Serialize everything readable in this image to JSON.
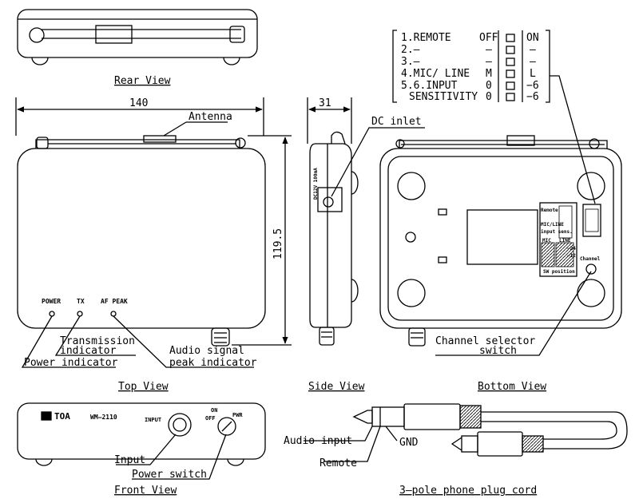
{
  "views": {
    "rear": "Rear View",
    "top": "Top View",
    "side": "Side View",
    "bottom": "Bottom View",
    "front": "Front View",
    "cord": "3–pole phone plug cord"
  },
  "dimensions": {
    "width": "140",
    "height": "119.5",
    "depth": "31"
  },
  "callouts": {
    "antenna": "Antenna",
    "dc_inlet": "DC inlet",
    "transmission_1": "Transmission",
    "transmission_2": "indicator",
    "power_indicator": "Power indicator",
    "audio_peak_1": "Audio signal",
    "audio_peak_2": "peak indicator",
    "channel_1": "Channel selector",
    "channel_2": "switch",
    "input": "Input",
    "power_switch": "Power switch",
    "audio_input": "Audio input",
    "gnd": "GND",
    "remote": "Remote"
  },
  "panel_labels": {
    "power": "POWER",
    "tx": "TX",
    "af_peak": "AF PEAK",
    "brand": "TOA",
    "model": "WM–2110",
    "input": "INPUT",
    "pwr": "PWR",
    "on": "ON",
    "off": "OFF",
    "dc": "DC12V 100mA",
    "remote": "Remote",
    "mic_line": "MIC/LINE",
    "input_sens": "input sens.",
    "mic": "MIC",
    "line": "LINE",
    "sw_position": "SW position",
    "channel": "Channel",
    "m24": "−24",
    "m12": "−12",
    "zero": "0"
  },
  "dip_table": {
    "rows": [
      {
        "label": "1.REMOTE",
        "left": "OFF",
        "right": "ON"
      },
      {
        "label": "2.–",
        "left": "–",
        "right": "–"
      },
      {
        "label": "3.–",
        "left": "–",
        "right": "–"
      },
      {
        "label": "4.MIC/ LINE",
        "left": "M",
        "right": "L"
      },
      {
        "label": "5.6.INPUT",
        "left": "0",
        "right": "−6"
      },
      {
        "label": "SENSITIVITY",
        "left": "0",
        "right": "−6"
      }
    ]
  }
}
